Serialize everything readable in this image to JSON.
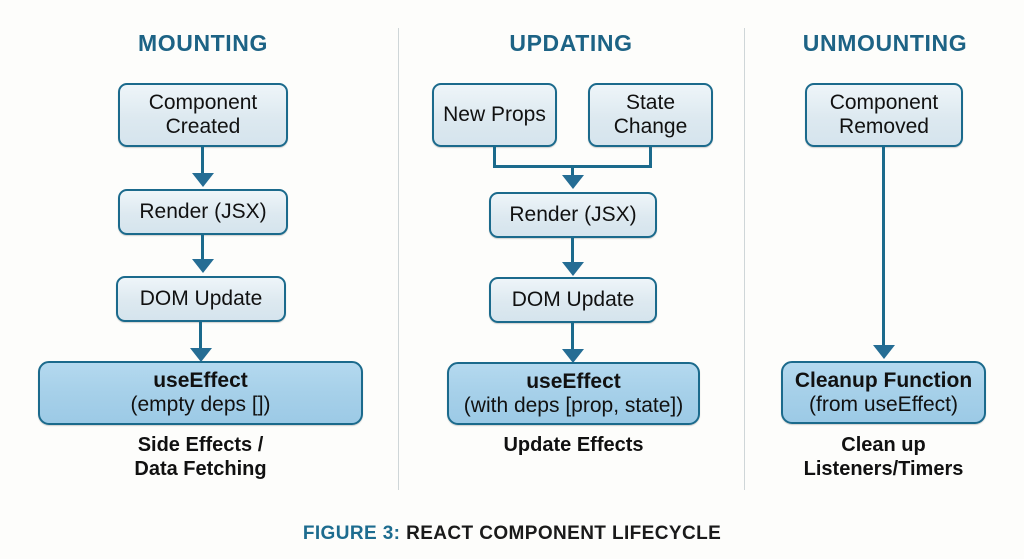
{
  "figure": {
    "caption_label": "FIGURE 3:",
    "caption_title": "REACT COMPONENT LIFECYCLE"
  },
  "colors": {
    "background": "#fdfdfb",
    "heading": "#1d6385",
    "border": "#1b6a8c",
    "node_fill": "#dde9f0",
    "effect_fill": "#a6d0e9",
    "arrow": "#256d94",
    "divider": "#cfd6d8",
    "text": "#111111"
  },
  "columns": [
    {
      "title": "MOUNTING",
      "nodes": [
        {
          "line1": "Component",
          "line2": "Created"
        },
        {
          "line1": "Render (JSX)",
          "line2": ""
        },
        {
          "line1": "DOM Update",
          "line2": ""
        },
        {
          "line1": "useEffect",
          "line2": "(empty deps [])"
        }
      ],
      "note": {
        "line1": "Side Effects /",
        "line2": "Data Fetching"
      }
    },
    {
      "title": "UPDATING",
      "nodes": [
        {
          "line1": "New Props",
          "line2": ""
        },
        {
          "line1": "State",
          "line2": "Change"
        },
        {
          "line1": "Render (JSX)",
          "line2": ""
        },
        {
          "line1": "DOM Update",
          "line2": ""
        },
        {
          "line1": "useEffect",
          "line2": "(with deps [prop, state])"
        }
      ],
      "note": {
        "line1": "Update Effects",
        "line2": ""
      }
    },
    {
      "title": "UNMOUNTING",
      "nodes": [
        {
          "line1": "Component",
          "line2": "Removed"
        },
        {
          "line1": "Cleanup Function",
          "line2": "(from useEffect)"
        }
      ],
      "note": {
        "line1": "Clean up",
        "line2": "Listeners/Timers"
      }
    }
  ]
}
